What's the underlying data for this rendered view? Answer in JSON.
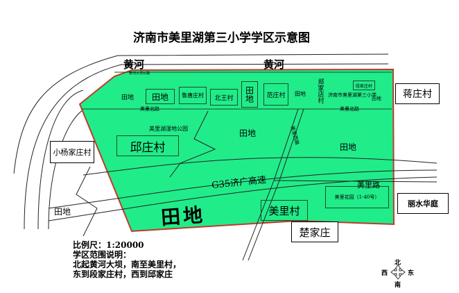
{
  "title": "济南市美里湖第三小学学区示意图",
  "colors": {
    "zone_fill": "#21ec8a",
    "zone_border": "#c0392b",
    "line": "#222222"
  },
  "labels": {
    "river_left": "黄河",
    "river_right": "黄河",
    "dam_road": "黄河大坝公路",
    "field_1": "田地",
    "field_2": "田地",
    "field_3": "田地",
    "field_4": "田地",
    "field_5": "田地",
    "field_6": "田地",
    "field_7": "田地",
    "field_8": "田地",
    "field_9": "田地",
    "village_lutang": "鲁唐庄村",
    "village_beiwang": "北王村",
    "village_fanzhuang": "范庄村",
    "village_zhengjiadian": "郑家店村",
    "village_duanjiazhuang": "段家庄村",
    "school": "济南市美里湖第三小学",
    "meili_north_road_1": "美里北路",
    "meili_north_road_2": "美里北路",
    "wetland_park": "美里湖湿地公园",
    "meili_west_road": "美里西路",
    "village_qiuzhuang": "邱庄村",
    "village_xiaoyangjiazhuang": "小杨家庄村",
    "village_jiangzhuang": "蒋庄村",
    "highway": "G35济广高速",
    "meili_road": "美里路",
    "meili_garden": "美里花园（1-40号）",
    "lishui_huating": "丽水华庭",
    "village_meili": "美里村",
    "village_chujiazhuang": "楚家庄"
  },
  "legend": {
    "scale": "比例尺：1:20000",
    "heading": "学区范围说明：",
    "line1": "北起黄河大坝，南至美里村，",
    "line2": "东到段家庄村，西到邱家庄"
  },
  "compass": {
    "north": "北",
    "south": "南",
    "east": "东",
    "west": "西"
  }
}
